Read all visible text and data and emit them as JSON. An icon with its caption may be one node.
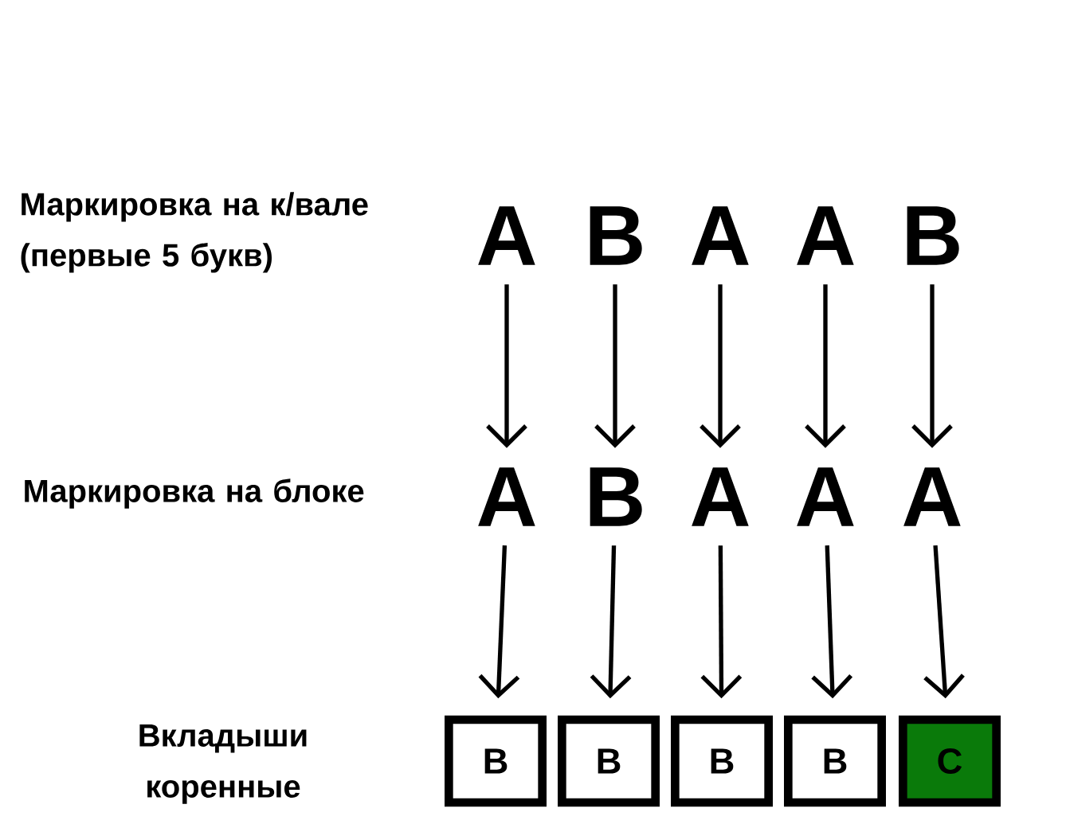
{
  "diagram": {
    "nodes": [
      {
        "text": [
          "A"
        ]
      },
      {
        "text": [
          "B"
        ]
      },
      {
        "text": [
          "A"
        ]
      },
      {
        "text": [
          "A"
        ]
      },
      {
        "text": [
          "B"
        ]
      },
      {
        "text": [
          "A"
        ]
      },
      {
        "text": [
          "B"
        ]
      },
      {
        "text": [
          "A"
        ]
      },
      {
        "text": [
          "A"
        ]
      },
      {
        "text": [
          "A"
        ]
      },
      {
        "text": [
          "B"
        ]
      },
      {
        "text": [
          "B"
        ]
      },
      {
        "text": [
          "B"
        ]
      },
      {
        "text": [
          "B"
        ]
      },
      {
        "text": [
          "C"
        ]
      }
    ],
    "edges": [
      {
        "from": 0,
        "to": 5,
        "arrow": "to"
      },
      {
        "from": 1,
        "to": 6,
        "arrow": "to"
      },
      {
        "from": 2,
        "to": 7,
        "arrow": "to"
      },
      {
        "from": 3,
        "to": 8,
        "arrow": "to"
      },
      {
        "from": 4,
        "to": 9,
        "arrow": "to"
      },
      {
        "from": 5,
        "to": 10,
        "arrow": "to"
      },
      {
        "from": 6,
        "to": 11,
        "arrow": "to"
      },
      {
        "from": 7,
        "to": 12,
        "arrow": "to"
      },
      {
        "from": 8,
        "to": 13,
        "arrow": "to"
      },
      {
        "from": 9,
        "to": 14,
        "arrow": "to"
      }
    ],
    "labels": [
      "Маркировка на к/вале (первые 5 букв)",
      "Маркировка на блоке",
      "Вкладыши коренные"
    ]
  }
}
